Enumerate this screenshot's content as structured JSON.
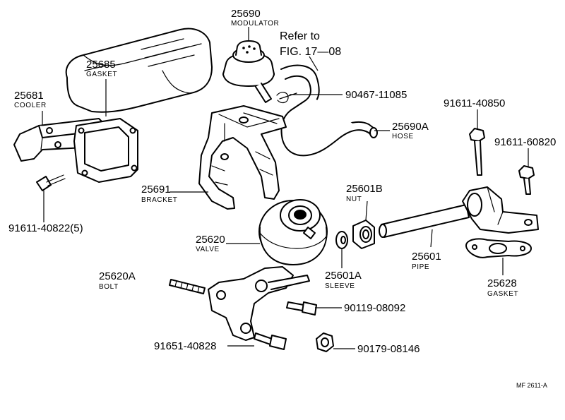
{
  "parts": {
    "modulator": {
      "num": "25690",
      "name": "MODULATOR"
    },
    "gasket_top": {
      "num": "25685",
      "name": "GASKET"
    },
    "cooler": {
      "num": "25681",
      "name": "COOLER"
    },
    "clip": {
      "num": "90467-11085"
    },
    "hose": {
      "num": "25690A",
      "name": "HOSE"
    },
    "bolt_tr1": {
      "num": "91611-40850"
    },
    "bolt_tr2": {
      "num": "91611-60820"
    },
    "bracket": {
      "num": "25691",
      "name": "BRACKET"
    },
    "nut": {
      "num": "25601B",
      "name": "NUT"
    },
    "bolt_left": {
      "num": "91611-40822(5)"
    },
    "valve": {
      "num": "25620",
      "name": "VALVE"
    },
    "pipe": {
      "num": "25601",
      "name": "PIPE"
    },
    "stud": {
      "num": "25620A",
      "name": "BOLT"
    },
    "sleeve": {
      "num": "25601A",
      "name": "SLEEVE"
    },
    "gasket_br": {
      "num": "25628",
      "name": "GASKET"
    },
    "bolt_mid": {
      "num": "90119-08092"
    },
    "bolt_bottom": {
      "num": "91651-40828"
    },
    "nut_bottom": {
      "num": "90179-08146"
    }
  },
  "reference": {
    "line1": "Refer to",
    "line2": "FIG. 17—08"
  },
  "figure_code": "MF  2611-A"
}
